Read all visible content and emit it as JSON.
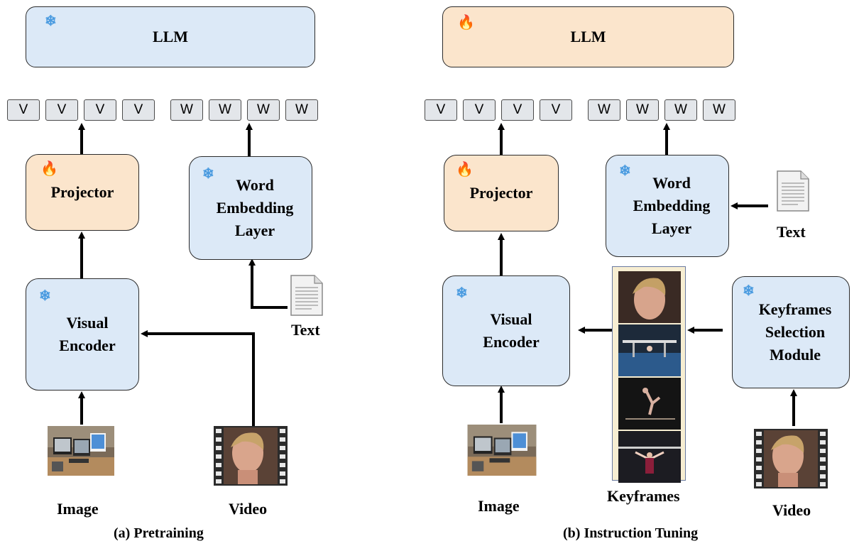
{
  "pretraining": {
    "llm": {
      "label": "LLM",
      "state": "frozen"
    },
    "tokens_v": [
      "V",
      "V",
      "V",
      "V"
    ],
    "tokens_w": [
      "W",
      "W",
      "W",
      "W"
    ],
    "projector": {
      "label": "Projector",
      "state": "trainable"
    },
    "word_embedding": {
      "line1": "Word",
      "line2": "Embedding",
      "line3": "Layer",
      "state": "frozen"
    },
    "visual_encoder": {
      "line1": "Visual",
      "line2": "Encoder",
      "state": "frozen"
    },
    "text_label": "Text",
    "image_label": "Image",
    "video_label": "Video",
    "caption": "(a) Pretraining"
  },
  "instruction_tuning": {
    "llm": {
      "label": "LLM",
      "state": "trainable"
    },
    "tokens_v": [
      "V",
      "V",
      "V",
      "V"
    ],
    "tokens_w": [
      "W",
      "W",
      "W",
      "W"
    ],
    "projector": {
      "label": "Projector",
      "state": "trainable"
    },
    "word_embedding": {
      "line1": "Word",
      "line2": "Embedding",
      "line3": "Layer",
      "state": "frozen"
    },
    "visual_encoder": {
      "line1": "Visual",
      "line2": "Encoder",
      "state": "frozen"
    },
    "keyframes_module": {
      "line1": "Keyframes",
      "line2": "Selection",
      "line3": "Module",
      "state": "frozen"
    },
    "text_label": "Text",
    "image_label": "Image",
    "video_label": "Video",
    "keyframes_label": "Keyframes",
    "caption": "(b) Instruction Tuning"
  },
  "icons": {
    "frozen": "snowflake-icon",
    "trainable": "fire-icon",
    "text": "document-icon",
    "video": "film-strip-icon"
  },
  "colors": {
    "frozen_fill": "#dce9f7",
    "trainable_fill": "#fbe5cc",
    "token_fill": "#e3e6ea",
    "filmstrip_fill": "#f7eed2"
  }
}
